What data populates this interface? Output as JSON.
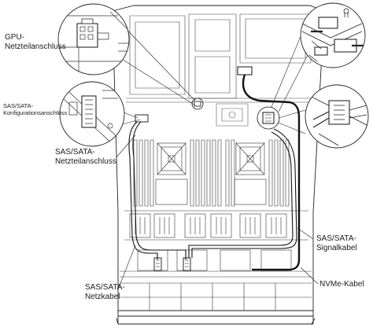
{
  "labels": {
    "gpu_power": [
      "GPU-",
      "Netzteilanschluss"
    ],
    "sas_sata_config": [
      "SAS/SATA-",
      "Konfigurationsanschluss"
    ],
    "sas_sata_power_connector": [
      "SAS/SATA-",
      "Netzteilanschluss"
    ],
    "sas_sata_power_cable": [
      "SAS/SATA-",
      "Netzkabel"
    ],
    "sas_sata_signal_cable": [
      "SAS/SATA-",
      "Signalkabel"
    ],
    "nvme_cable": "NVMe-Kabel"
  }
}
